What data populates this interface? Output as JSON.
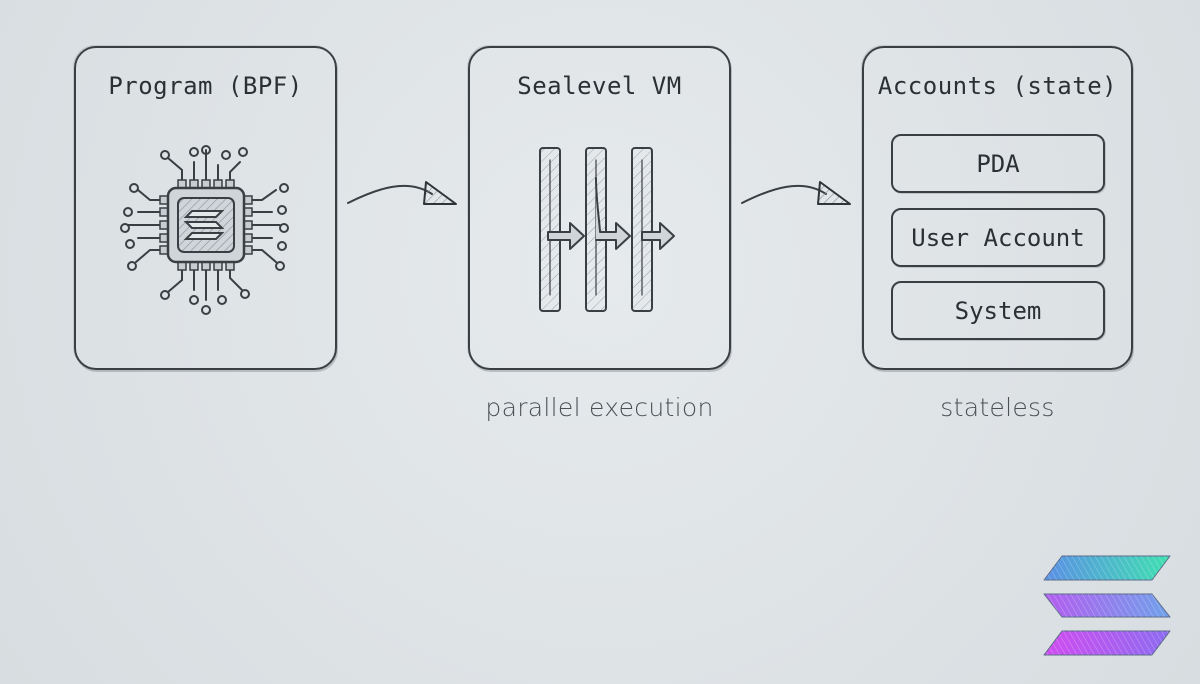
{
  "diagram": {
    "program": {
      "title": "Program (BPF)",
      "icon": "cpu-chip-icon"
    },
    "vm": {
      "title": "Sealevel VM",
      "icon": "parallel-lanes-icon",
      "caption": "parallel execution"
    },
    "accounts": {
      "title": "Accounts (state)",
      "items": [
        "PDA",
        "User Account",
        "System"
      ],
      "caption": "stateless"
    },
    "logo": {
      "icon": "solana-logo-icon",
      "colors": [
        "#4fa8e8",
        "#9b5cf0",
        "#c94cf0",
        "#3fe0b0"
      ]
    },
    "colors": {
      "stroke": "#3a3f44",
      "background": "#dfe4e7"
    }
  }
}
